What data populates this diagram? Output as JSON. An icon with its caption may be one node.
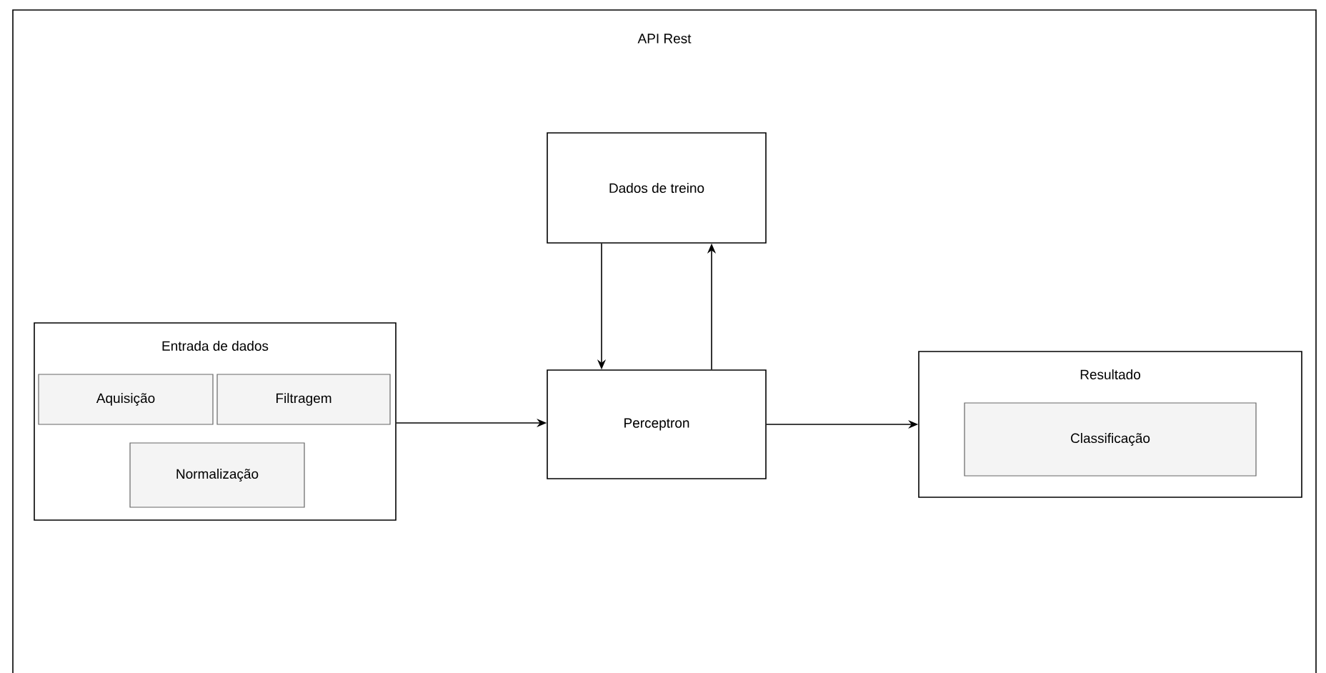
{
  "diagram": {
    "nodes": [
      {
        "text": [
          "API Rest"
        ]
      },
      {
        "text": [
          "Entrada de dados"
        ],
        "in": 0
      },
      {
        "text": [
          "Aquisição"
        ],
        "in": 1
      },
      {
        "text": [
          "Filtragem"
        ],
        "in": 1
      },
      {
        "text": [
          "Normalização"
        ],
        "in": 1
      },
      {
        "text": [
          "Dados de treino"
        ],
        "in": 0
      },
      {
        "text": [
          "Perceptron"
        ],
        "in": 0
      },
      {
        "text": [
          "Resultado"
        ],
        "in": 0
      },
      {
        "text": [
          "Classificação"
        ],
        "in": 7
      }
    ],
    "edges": [
      {
        "from": 1,
        "to": 6,
        "arrow": "to"
      },
      {
        "from": 5,
        "to": 6,
        "arrow": "to"
      },
      {
        "from": 6,
        "to": 5,
        "arrow": "to"
      },
      {
        "from": 6,
        "to": 7,
        "arrow": "to"
      }
    ]
  }
}
